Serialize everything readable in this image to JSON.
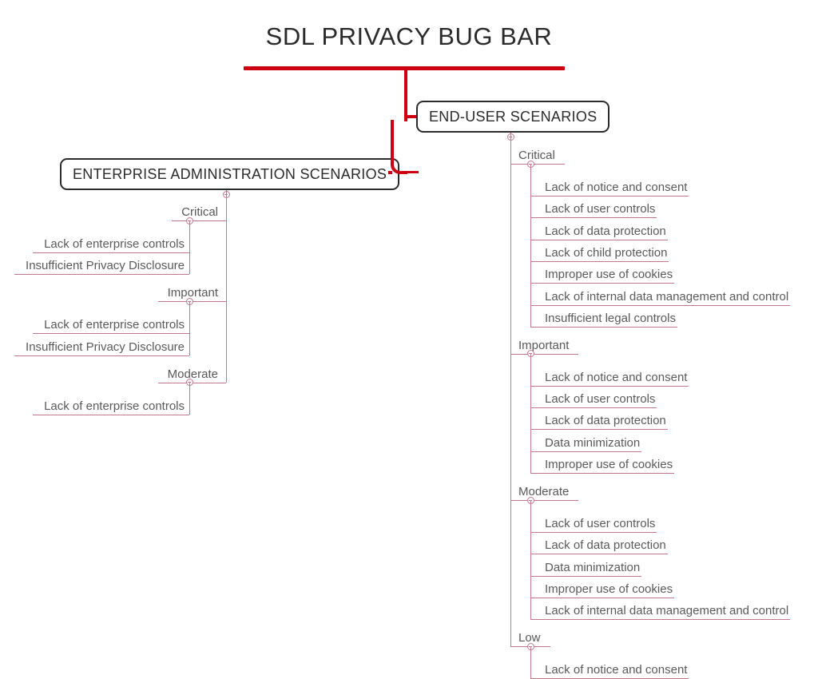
{
  "title": "SDL PRIVACY BUG BAR",
  "colors": {
    "trunk": "#cc0011",
    "branch": "#c4768a",
    "box_border": "#2b2b2b",
    "text": "#5a5a5a",
    "title_text": "#2b2b2b",
    "background": "#ffffff"
  },
  "branches": {
    "enduser": {
      "label": "END-USER SCENARIOS",
      "categories": [
        {
          "label": "Critical",
          "items": [
            "Lack of notice and consent",
            "Lack of user controls",
            "Lack of data protection",
            "Lack of child protection",
            "Improper use of cookies",
            "Lack of internal data management and control",
            "Insufficient legal controls"
          ]
        },
        {
          "label": "Important",
          "items": [
            "Lack of notice and consent",
            "Lack of user controls",
            "Lack of data protection",
            "Data minimization",
            "Improper use of cookies"
          ]
        },
        {
          "label": "Moderate",
          "items": [
            "Lack of user controls",
            "Lack of data protection",
            "Data minimization",
            "Improper use of cookies",
            "Lack of internal data management and control"
          ]
        },
        {
          "label": "Low",
          "items": [
            "Lack of notice and consent"
          ]
        }
      ]
    },
    "enterprise": {
      "label": "ENTERPRISE ADMINISTRATION SCENARIOS",
      "categories": [
        {
          "label": "Critical",
          "items": [
            "Lack of enterprise controls",
            "Insufficient Privacy Disclosure"
          ]
        },
        {
          "label": "Important",
          "items": [
            "Lack of enterprise controls",
            "Insufficient Privacy Disclosure"
          ]
        },
        {
          "label": "Moderate",
          "items": [
            "Lack of enterprise controls"
          ]
        }
      ]
    }
  }
}
